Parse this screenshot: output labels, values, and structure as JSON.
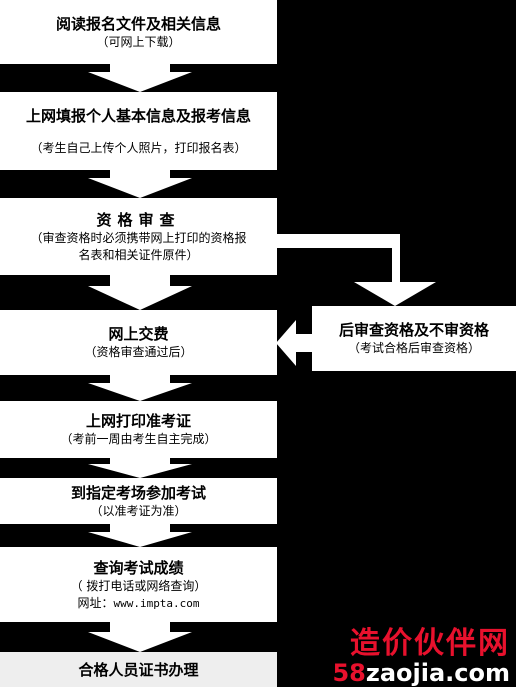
{
  "steps": {
    "read": {
      "title": "阅读报名文件及相关信息",
      "sub": "（可网上下载）"
    },
    "fill": {
      "title": "上网填报个人基本信息及报考信息",
      "sub": "（考生自己上传个人照片，打印报名表）"
    },
    "review": {
      "title": "资格审查",
      "sub1": "（审查资格时必须携带网上打印的资格报",
      "sub2": "名表和相关证件原件）"
    },
    "pay": {
      "title": "网上交费",
      "sub": "（资格审查通过后）"
    },
    "print": {
      "title": "上网打印准考证",
      "sub": "（考前一周由考生自主完成）"
    },
    "exam": {
      "title": "到指定考场参加考试",
      "sub": "（以准考证为准）"
    },
    "score": {
      "title": "查询考试成绩",
      "sub": "（ 拨打电话或网络查询）",
      "url_label": "网址：",
      "url": "www.impta.com"
    },
    "cert": {
      "title": "合格人员证书办理"
    }
  },
  "side": {
    "title": "后审查资格及不审资格",
    "sub": "（考试合格后审查资格）"
  },
  "watermark": {
    "brand": "造价伙伴网",
    "url_num": "58",
    "url_text": "zaojia.com"
  },
  "colors": {
    "background": "#000000",
    "box": "#ffffff",
    "watermark_red": "#e8112d"
  }
}
